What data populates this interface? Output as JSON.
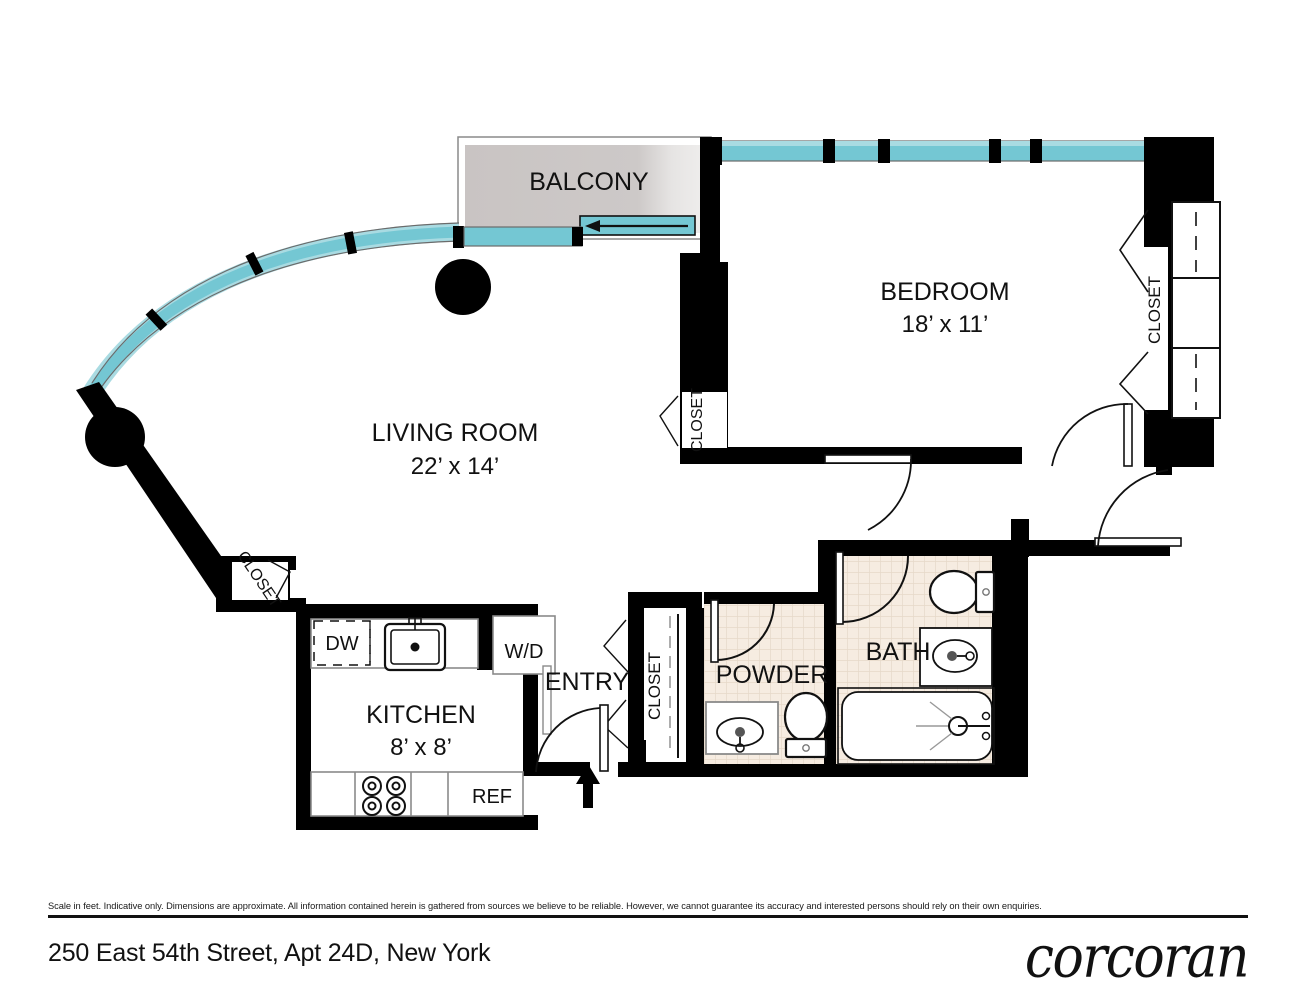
{
  "document": {
    "type": "floor-plan",
    "address": "250 East 54th Street, Apt 24D, New York",
    "brand": "corcoran",
    "disclaimer": "Scale in feet. Indicative only. Dimensions are approximate. All information contained herein is gathered from sources we believe to be reliable. However, we cannot guarantee its accuracy and interested persons should rely on their own enquiries."
  },
  "rooms": [
    {
      "id": "balcony",
      "name": "BALCONY",
      "dimensions": ""
    },
    {
      "id": "bedroom",
      "name": "BEDROOM",
      "dimensions": "18’ x 11’"
    },
    {
      "id": "living-room",
      "name": "LIVING ROOM",
      "dimensions": "22’ x 14’"
    },
    {
      "id": "kitchen",
      "name": "KITCHEN",
      "dimensions": "8’ x 8’"
    },
    {
      "id": "entry",
      "name": "ENTRY",
      "dimensions": ""
    },
    {
      "id": "powder",
      "name": "POWDER",
      "dimensions": ""
    },
    {
      "id": "bath",
      "name": "BATH",
      "dimensions": ""
    }
  ],
  "closets": [
    {
      "id": "bedroom-closet",
      "label": "CLOSET"
    },
    {
      "id": "living-room-closet",
      "label": "CLOSET"
    },
    {
      "id": "foyer-closet",
      "label": "CLOSET"
    },
    {
      "id": "entry-closet",
      "label": "CLOSET"
    }
  ],
  "appliances": [
    {
      "id": "dishwasher",
      "label": "DW"
    },
    {
      "id": "washer-dryer",
      "label": "W/D"
    },
    {
      "id": "refrigerator",
      "label": "REF"
    }
  ],
  "colors": {
    "wall": "#000000",
    "window_glass": "#74c7d3",
    "window_glass_light": "#a9dbe2",
    "balcony_fill": "#c9c5c4",
    "tile_fill": "#f6ece1",
    "tile_grid": "#e4d5c4",
    "text": "#111111",
    "background": "#ffffff"
  },
  "labels": {
    "room_font_size": 25,
    "dim_font_size": 24,
    "closet_font_size": 17,
    "appliance_font_size": 20
  }
}
